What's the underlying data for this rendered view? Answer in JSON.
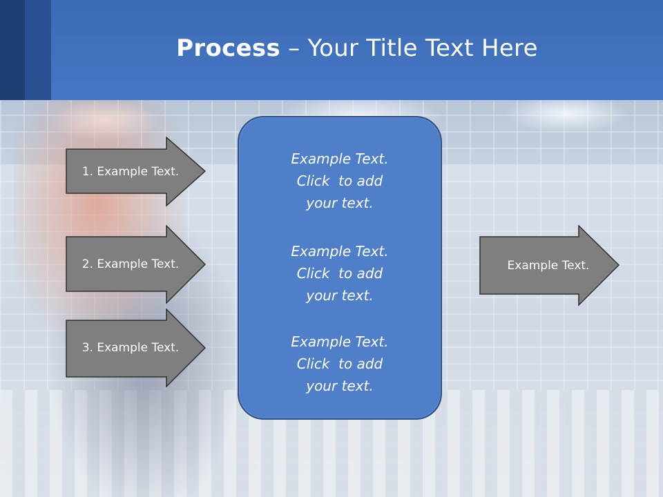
{
  "slide": {
    "title_bold": "Process",
    "title_rest": " – Your Title Text Here"
  },
  "inputs": [
    {
      "label": "1. Example Text."
    },
    {
      "label": "2. Example Text."
    },
    {
      "label": "3. Example Text."
    }
  ],
  "center": {
    "blocks": [
      {
        "line1": "Example Text.",
        "line2": "Click  to add",
        "line3": "your text."
      },
      {
        "line1": "Example Text.",
        "line2": "Click  to add",
        "line3": "your text."
      },
      {
        "line1": "Example Text.",
        "line2": "Click  to add",
        "line3": "your text."
      }
    ]
  },
  "output": {
    "label": "Example Text."
  },
  "colors": {
    "header": "#3e6fb9",
    "arrow_fill": "#7f7f7f",
    "center_fill": "#4f7fc8",
    "center_border": "#2b4f86"
  }
}
